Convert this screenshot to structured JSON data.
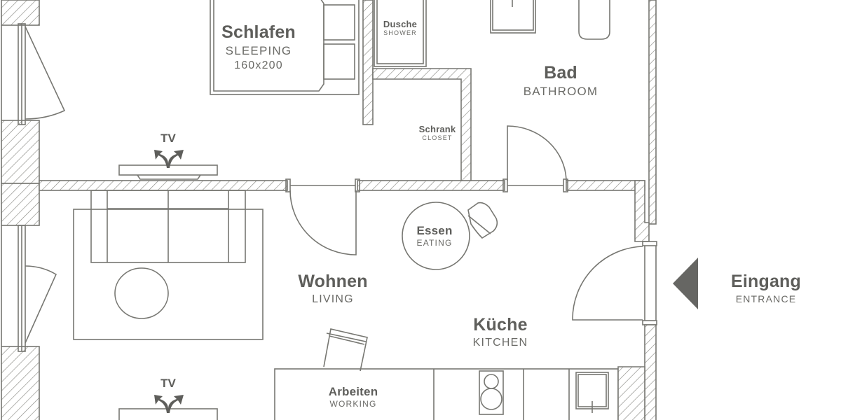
{
  "plan": {
    "colors": {
      "line": "#777772",
      "text": "#5e5e5b",
      "arrow": "#666663",
      "background": "#ffffff"
    },
    "rooms": {
      "sleeping": {
        "de": "Schlafen",
        "en": "SLEEPING",
        "size": "160x200"
      },
      "shower": {
        "de": "Dusche",
        "en": "SHOWER"
      },
      "bathroom": {
        "de": "Bad",
        "en": "BATHROOM"
      },
      "closet": {
        "de": "Schrank",
        "en": "CLOSET"
      },
      "eating": {
        "de": "Essen",
        "en": "EATING"
      },
      "living": {
        "de": "Wohnen",
        "en": "LIVING"
      },
      "kitchen": {
        "de": "Küche",
        "en": "KITCHEN"
      },
      "working": {
        "de": "Arbeiten",
        "en": "WORKING"
      }
    },
    "tv_top": {
      "label": "TV",
      "icon": "swivel-arrows-icon"
    },
    "tv_bottom": {
      "label": "TV",
      "icon": "swivel-arrows-icon"
    },
    "entrance": {
      "de": "Eingang",
      "en": "ENTRANCE",
      "icon": "triangle-left-icon"
    }
  }
}
